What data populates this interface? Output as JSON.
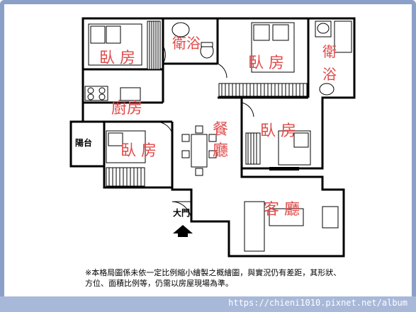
{
  "rooms": {
    "bedroom_top_left": "臥 房",
    "bathroom_top": "衛浴",
    "bedroom_top_mid": "臥 房",
    "bathroom_right_1": "衛",
    "bathroom_right_2": "浴",
    "kitchen": "廚房",
    "dining_1": "餐",
    "dining_2": "廳",
    "bedroom_mid_right": "臥 房",
    "balcony": "陽台",
    "bedroom_bottom_left": "臥 房",
    "living": "客 廳",
    "entrance": "大門"
  },
  "note_text": "※本格局圖係未依一定比例縮小繪製之概繪圖，與實況仍有差距，其形狀、方位、面積比例等，仍需以房屋現場為準。",
  "watermark_url": "https://chieni1010.pixnet.net/album",
  "colors": {
    "frame": "#8aa0c8",
    "label": "#e04a4a",
    "wall": "#000000"
  }
}
